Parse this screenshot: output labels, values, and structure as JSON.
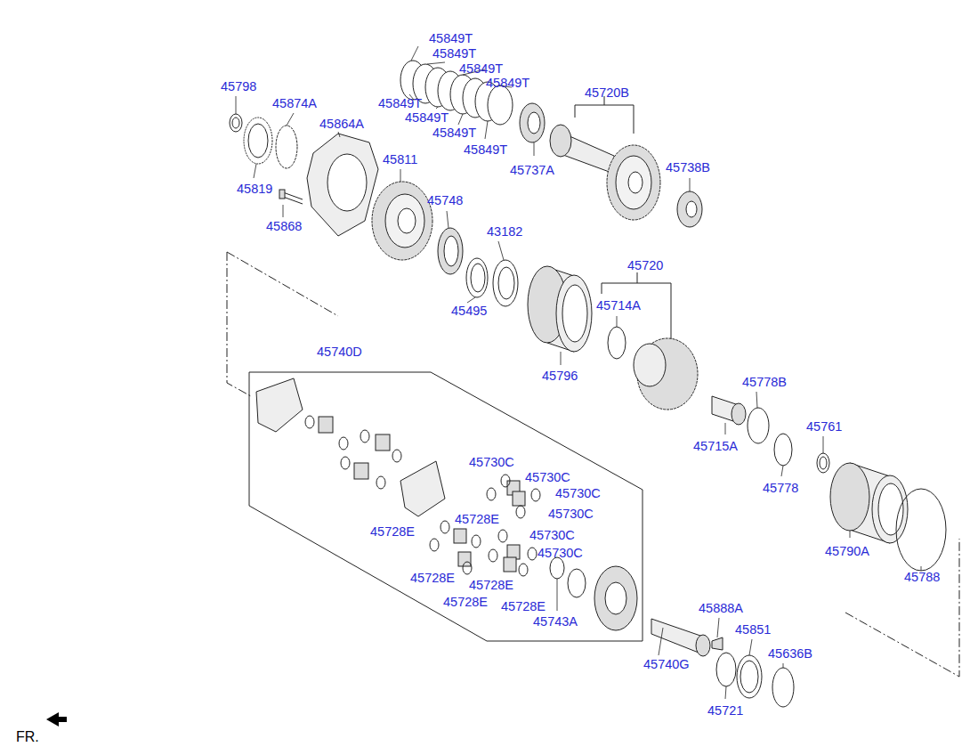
{
  "diagram": {
    "labels": [
      "45849T",
      "45849T",
      "45849T",
      "45849T",
      "45798",
      "45874A",
      "45849T",
      "45849T",
      "45720B",
      "45864A",
      "45849T",
      "45849T",
      "45811",
      "45737A",
      "45738B",
      "45819",
      "45748",
      "45868",
      "43182",
      "45720",
      "45714A",
      "45495",
      "45740D",
      "45796",
      "45778B",
      "45761",
      "45715A",
      "45730C",
      "45730C",
      "45730C",
      "45778",
      "45730C",
      "45728E",
      "45728E",
      "45730C",
      "45730C",
      "45790A",
      "45788",
      "45728E",
      "45728E",
      "45728E",
      "45728E",
      "45888A",
      "45743A",
      "45851",
      "45636B",
      "45740G",
      "45721",
      "FR."
    ]
  }
}
